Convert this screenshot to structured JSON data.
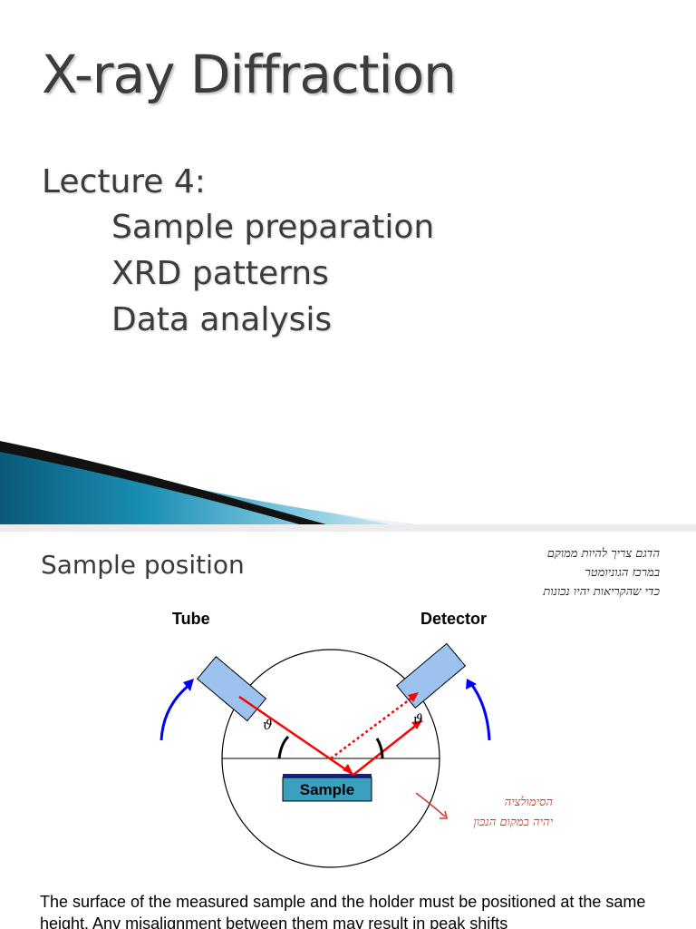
{
  "slide1": {
    "title": "X-ray Diffraction",
    "lecture_label": "Lecture 4:",
    "topics": [
      "Sample preparation",
      "XRD patterns",
      "Data analysis"
    ]
  },
  "slide2": {
    "title": "Sample position",
    "diagram": {
      "tube_label": "Tube",
      "detector_label": "Detector",
      "sample_label": "Sample",
      "theta_symbol": "ϑ"
    },
    "handwritten_note": [
      "הדגם צריך להיות ממוקם",
      "במרכז הגוניומטר",
      "כדי שהקריאות יהיו נכונות"
    ],
    "handwritten_red": [
      "הסימולציה",
      "יהיה במקום הנכון"
    ],
    "body": "The surface of the measured sample and the holder must be positioned at the same height. Any misalignment between them may result in peak shifts"
  },
  "colors": {
    "beam": "#ff0000",
    "arrow": "#0000ff",
    "tube_fill": "#9cc3f0",
    "sample_fill": "#3aa0c0",
    "sample_bar": "#1a1a9a"
  }
}
